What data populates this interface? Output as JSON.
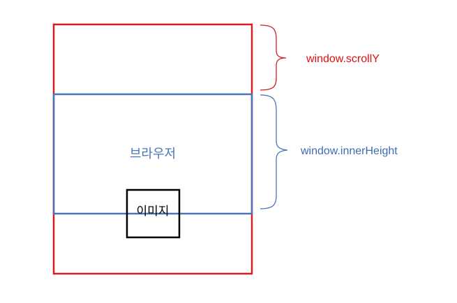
{
  "labels": {
    "scroll_y": "window.scrollY",
    "inner_height": "window.innerHeight",
    "browser": "브라우저",
    "image": "이미지"
  },
  "colors": {
    "document_border": "#d61f1f",
    "viewport_border": "#4a76b8",
    "scroll_y_text": "#e01010",
    "inner_height_text": "#3d6cb3",
    "browser_text": "#4a76b8",
    "image_border": "#000000",
    "image_text": "#000000"
  }
}
